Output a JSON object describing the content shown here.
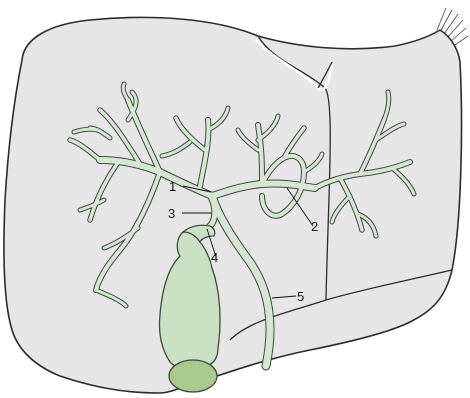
{
  "figure": {
    "colors": {
      "liver": "#e6e6e6",
      "outline": "#2b2b2b",
      "duct": "#d6e6d2",
      "gallbladder": "#c9e0c3",
      "gallbladder_fundus": "#a9c98e"
    },
    "callouts": [
      {
        "id": "1",
        "label": "1"
      },
      {
        "id": "2",
        "label": "2"
      },
      {
        "id": "3",
        "label": "3"
      },
      {
        "id": "4",
        "label": "4"
      },
      {
        "id": "5",
        "label": "5"
      }
    ]
  }
}
